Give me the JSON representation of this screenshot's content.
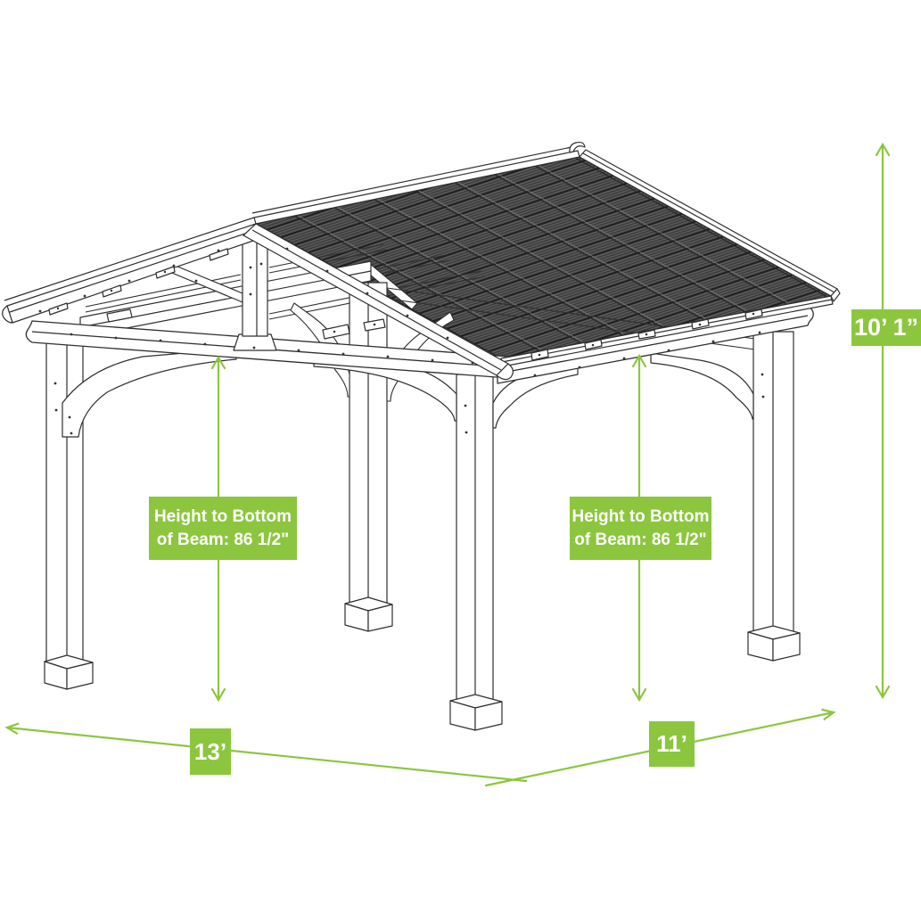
{
  "colors": {
    "accent_green": "#8CC63E",
    "text_on_accent": "#FFFFFF",
    "line_color": "#2F2F2F",
    "roof_dark": "#4D4D4D",
    "background": "#FFFFFF"
  },
  "drawing": {
    "subject": "Isometric line drawing of a gable-roof gazebo with corrugated metal roof, four wood posts, curved knee braces and gable truss",
    "roof_style": "gable, corrugated metal panel",
    "parts": [
      "corrugated-roof-panel",
      "ridge-cap",
      "gable-fascia",
      "left-overhang-fascia",
      "eave-trim",
      "rafter-tails",
      "front-beam",
      "side-beam",
      "king-post",
      "truss-webs",
      "purlins",
      "curved-knee-braces",
      "four-posts",
      "post-base-blocks"
    ]
  },
  "annotations": {
    "height_left": {
      "line1": "Height to Bottom",
      "line2": "of Beam: 86 1/2\""
    },
    "height_right": {
      "line1": "Height to Bottom",
      "line2": "of Beam: 86 1/2\""
    },
    "overall_height": {
      "label": "10’ 1”"
    },
    "front_width": {
      "label": "13’"
    },
    "side_depth": {
      "label": "11’"
    }
  }
}
